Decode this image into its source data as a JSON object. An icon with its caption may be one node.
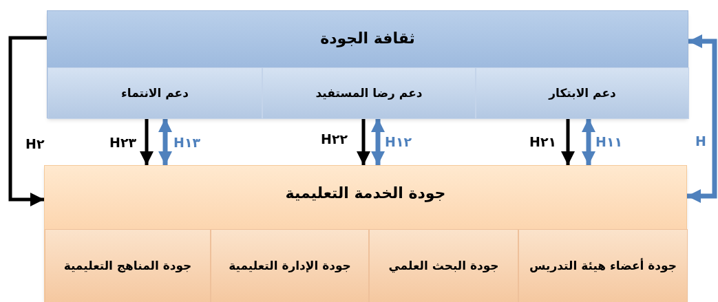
{
  "diagram": {
    "nodes": [
      {
        "text": [
          "ثقافة الجودة"
        ]
      },
      {
        "text": [
          "دعم الابتكار"
        ],
        "in": 0
      },
      {
        "text": [
          "دعم رضا المستفيد"
        ],
        "in": 0
      },
      {
        "text": [
          "دعم الانتماء"
        ],
        "in": 0
      },
      {
        "text": [
          "جودة الخدمة التعليمية"
        ]
      },
      {
        "text": [
          "جودة أعضاء هيئة التدريس"
        ],
        "in": 4
      },
      {
        "text": [
          "جودة البحث العلمي"
        ],
        "in": 4
      },
      {
        "text": [
          "جودة الإدارة التعليمية"
        ],
        "in": 4
      },
      {
        "text": [
          "جودة المناهج التعليمية"
        ],
        "in": 4
      }
    ],
    "edges": [
      {
        "from": 0,
        "to": 4,
        "arrow": "to",
        "label": "H٢"
      },
      {
        "from": 1,
        "to": 4,
        "arrow": "to",
        "label": "H٢١"
      },
      {
        "from": 1,
        "to": 4,
        "arrow": "both",
        "label": "H١١",
        "color": "#4f81bd"
      },
      {
        "from": 2,
        "to": 4,
        "arrow": "to",
        "label": "H٢٢"
      },
      {
        "from": 2,
        "to": 4,
        "arrow": "both",
        "label": "H١٢",
        "color": "#4f81bd"
      },
      {
        "from": 3,
        "to": 4,
        "arrow": "to",
        "label": "H٢٣"
      },
      {
        "from": 3,
        "to": 4,
        "arrow": "both",
        "label": "H١٣",
        "color": "#4f81bd"
      },
      {
        "from": 0,
        "to": 4,
        "arrow": "both",
        "label": "H",
        "color": "#4f81bd"
      }
    ]
  }
}
